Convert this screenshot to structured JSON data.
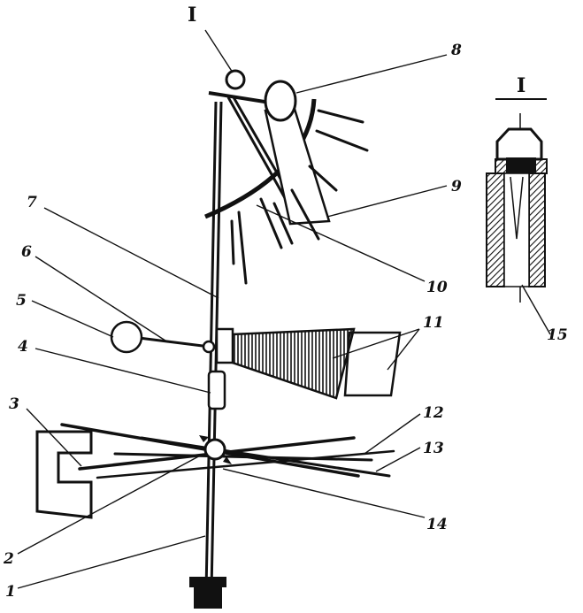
{
  "labels": {
    "detail_marker": "I",
    "detail_title": "I",
    "n1": "1",
    "n2": "2",
    "n3": "3",
    "n4": "4",
    "n5": "5",
    "n6": "6",
    "n7": "7",
    "n8": "8",
    "n9": "9",
    "n10": "10",
    "n11": "11",
    "n12": "12",
    "n13": "13",
    "n14": "14",
    "n15": "15"
  },
  "colors": {
    "ink": "#111111",
    "paper": "#ffffff"
  }
}
